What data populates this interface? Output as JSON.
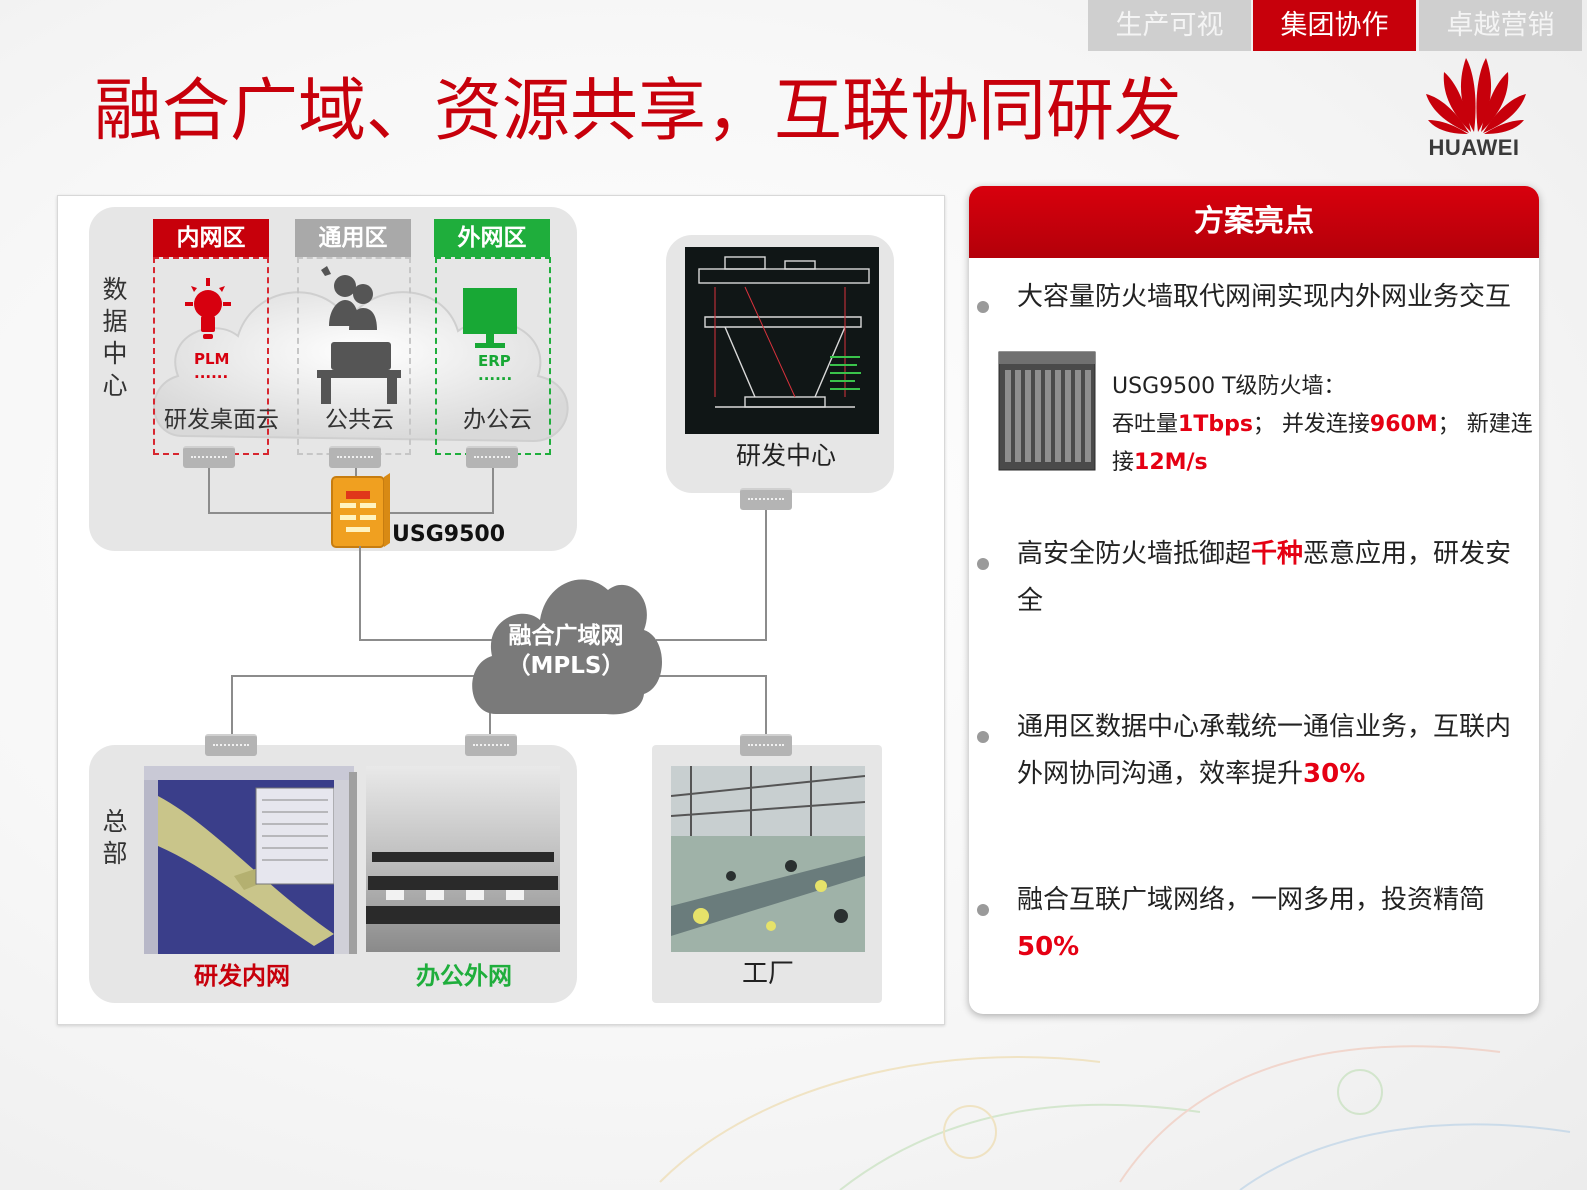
{
  "tabs": [
    {
      "label": "生产可视",
      "active": false
    },
    {
      "label": "集团协作",
      "active": true
    },
    {
      "label": "卓越营销",
      "active": false
    }
  ],
  "title": "融合广域、资源共享，互联协同研发",
  "logo": {
    "text": "HUAWEI",
    "color": "#c7000b"
  },
  "diagram": {
    "datacenter_label": "数据中心",
    "hq_label": "总部",
    "areas": [
      {
        "title": "内网区",
        "color": "#c7000b",
        "icon": "lightbulb-icon",
        "icon_label": "PLM",
        "cloud_label": "研发桌面云"
      },
      {
        "title": "通用区",
        "color": "#a9a9a9",
        "icon": "people-desk-icon",
        "icon_label": "",
        "cloud_label": "公共云"
      },
      {
        "title": "外网区",
        "color": "#1fae3c",
        "icon": "monitor-icon",
        "icon_label": "ERP",
        "cloud_label": "办公云"
      }
    ],
    "firewall_label": "USG9500",
    "rd_center_label": "研发中心",
    "wan_label_line1": "融合广域网",
    "wan_label_line2": "（MPLS）",
    "rd_intranet_label": "研发内网",
    "office_extranet_label": "办公外网",
    "factory_label": "工厂"
  },
  "highlights": {
    "header": "方案亮点",
    "point1": "大容量防火墙取代网闸实现内外网业务交互",
    "spec_line1": "USG9500  T级防火墙：",
    "spec_throughput_label": "吞吐量",
    "spec_throughput": "1Tbps",
    "spec_sep1": "；  并发连接",
    "spec_concurrent": "960M",
    "spec_sep2": "；  新建连接",
    "spec_new": "12M/s",
    "point2_pre": "高安全防火墙抵御超",
    "point2_red": "千种",
    "point2_post": "恶意应用，研发安全",
    "point3_pre": "通用区数据中心承载统一通信业务，互联内外网协同沟通，效率提升",
    "point3_red": "30%",
    "point4_pre": "融合互联广域网络，一网多用，投资精简",
    "point4_red": "50%"
  },
  "colors": {
    "brand_red": "#c7000b",
    "highlight_red": "#e50013",
    "green": "#1fae3c"
  }
}
